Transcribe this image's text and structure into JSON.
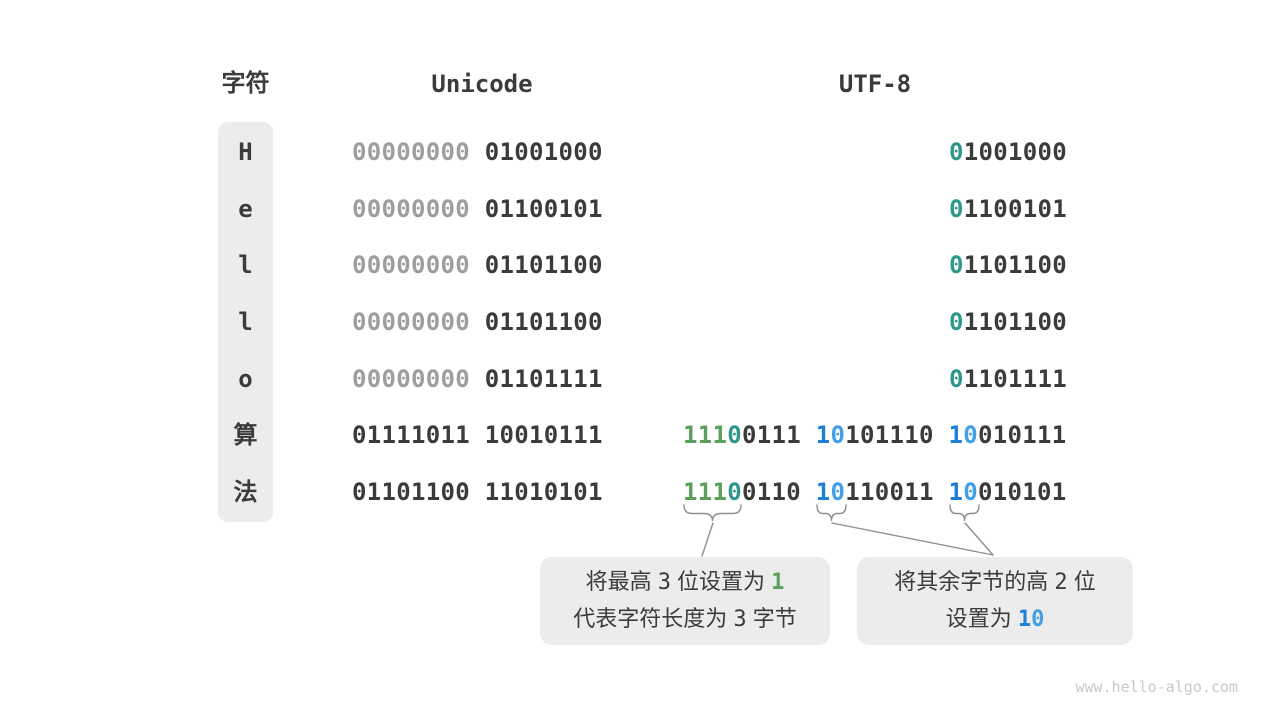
{
  "headers": {
    "char": "字符",
    "unicode": "Unicode",
    "utf8": "UTF-8"
  },
  "colors": {
    "text_dark": "#3b3b3b",
    "muted_byte": "#9e9e9e",
    "lead_one": "#5c9e5c",
    "lead_zero": "#2e988d",
    "cont_one": "#1d80d6",
    "cont_zero": "#42a1e6",
    "panel_bg": "#ececec",
    "line_gray": "#8f8f8f",
    "watermark": "#c9c9c9"
  },
  "rows": [
    {
      "char": "H",
      "unicode": {
        "high": "00000000",
        "high_muted": true,
        "low": "01001000"
      },
      "utf8": [
        {
          "prefix": "0",
          "bits": "1001000",
          "role": "lead"
        }
      ]
    },
    {
      "char": "e",
      "unicode": {
        "high": "00000000",
        "high_muted": true,
        "low": "01100101"
      },
      "utf8": [
        {
          "prefix": "0",
          "bits": "1100101",
          "role": "lead"
        }
      ]
    },
    {
      "char": "l",
      "unicode": {
        "high": "00000000",
        "high_muted": true,
        "low": "01101100"
      },
      "utf8": [
        {
          "prefix": "0",
          "bits": "1101100",
          "role": "lead"
        }
      ]
    },
    {
      "char": "l",
      "unicode": {
        "high": "00000000",
        "high_muted": true,
        "low": "01101100"
      },
      "utf8": [
        {
          "prefix": "0",
          "bits": "1101100",
          "role": "lead"
        }
      ]
    },
    {
      "char": "o",
      "unicode": {
        "high": "00000000",
        "high_muted": true,
        "low": "01101111"
      },
      "utf8": [
        {
          "prefix": "0",
          "bits": "1101111",
          "role": "lead"
        }
      ]
    },
    {
      "char": "算",
      "unicode": {
        "high": "01111011",
        "high_muted": false,
        "low": "10010111"
      },
      "utf8": [
        {
          "prefix": "1110",
          "bits": "0111",
          "role": "lead"
        },
        {
          "prefix": "10",
          "bits": "101110",
          "role": "cont"
        },
        {
          "prefix": "10",
          "bits": "010111",
          "role": "cont"
        }
      ]
    },
    {
      "char": "法",
      "unicode": {
        "high": "01101100",
        "high_muted": false,
        "low": "11010101"
      },
      "utf8": [
        {
          "prefix": "1110",
          "bits": "0110",
          "role": "lead"
        },
        {
          "prefix": "10",
          "bits": "110011",
          "role": "cont"
        },
        {
          "prefix": "10",
          "bits": "010101",
          "role": "cont"
        }
      ]
    }
  ],
  "annotations": [
    {
      "lines": [
        {
          "segments": [
            {
              "text": "将最高 "
            },
            {
              "text": "3",
              "mono": true
            },
            {
              "text": " 位设置为 "
            },
            {
              "text": "1",
              "mono": true,
              "bold": true,
              "bitrole": "lead"
            }
          ]
        },
        {
          "segments": [
            {
              "text": "代表字符长度为 "
            },
            {
              "text": "3",
              "mono": true
            },
            {
              "text": " 字节"
            }
          ]
        }
      ]
    },
    {
      "lines": [
        {
          "segments": [
            {
              "text": "将其余字节的高 "
            },
            {
              "text": "2",
              "mono": true
            },
            {
              "text": " 位"
            }
          ]
        },
        {
          "segments": [
            {
              "text": "设置为 "
            },
            {
              "text": "10",
              "mono": true,
              "bold": true,
              "bitrole": "cont"
            }
          ]
        }
      ]
    }
  ],
  "watermark": "www.hello-algo.com"
}
